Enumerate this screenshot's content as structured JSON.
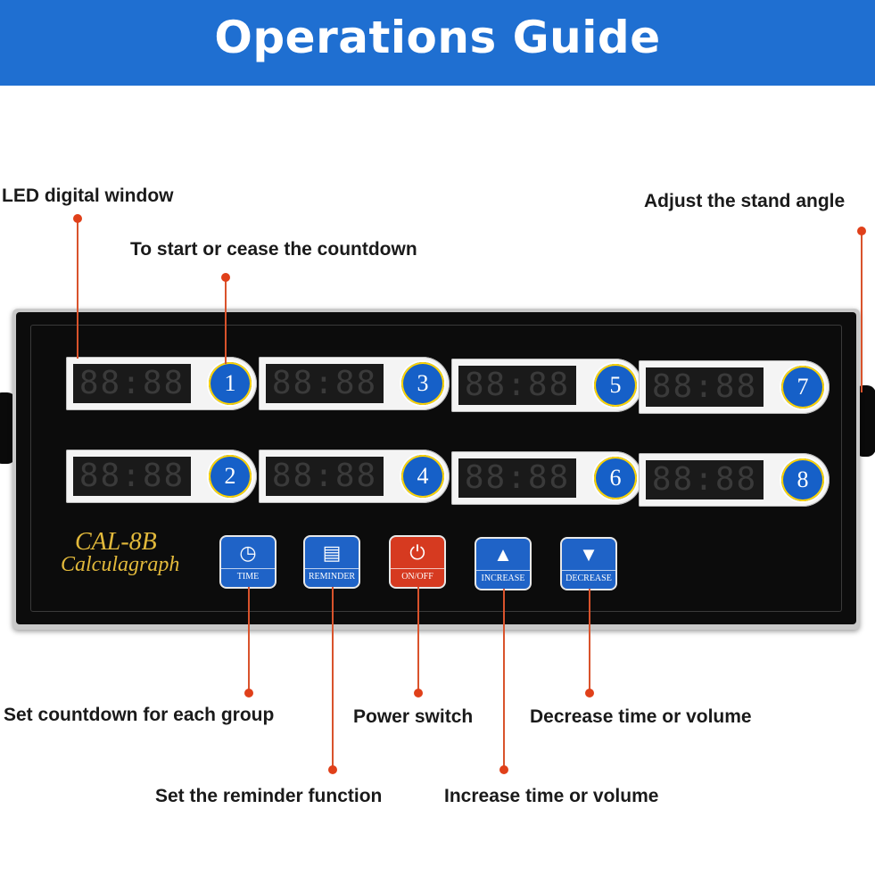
{
  "header": {
    "title": "Operations Guide"
  },
  "callouts": {
    "led_window": "LED digital window",
    "start_cease": "To start or cease the countdown",
    "stand_angle": "Adjust the stand angle",
    "set_countdown": "Set countdown for each group",
    "power_switch": "Power switch",
    "decrease": "Decrease time or volume",
    "reminder": "Set the reminder function",
    "increase": "Increase time or volume"
  },
  "device": {
    "model": "CAL-8B",
    "name": "Calculagraph",
    "lcd_text": "88:88",
    "timers": [
      "1",
      "2",
      "3",
      "4",
      "5",
      "6",
      "7",
      "8"
    ],
    "buttons": {
      "time": {
        "label": "TIME",
        "icon": "clock-icon",
        "color": "#1f63c7"
      },
      "reminder": {
        "label": "REMINDER",
        "icon": "basket-icon",
        "color": "#1f63c7"
      },
      "onoff": {
        "label": "ON/OFF",
        "icon": "power-icon",
        "color": "#d63a20"
      },
      "increase": {
        "label": "INCREASE",
        "icon": "triangle-up-icon",
        "color": "#1f63c7"
      },
      "decrease": {
        "label": "DECREASE",
        "icon": "triangle-down-icon",
        "color": "#1f63c7"
      }
    }
  },
  "colors": {
    "header": "#1f6fd1",
    "accent": "#e0401a",
    "brand_text": "#e2b93b"
  }
}
